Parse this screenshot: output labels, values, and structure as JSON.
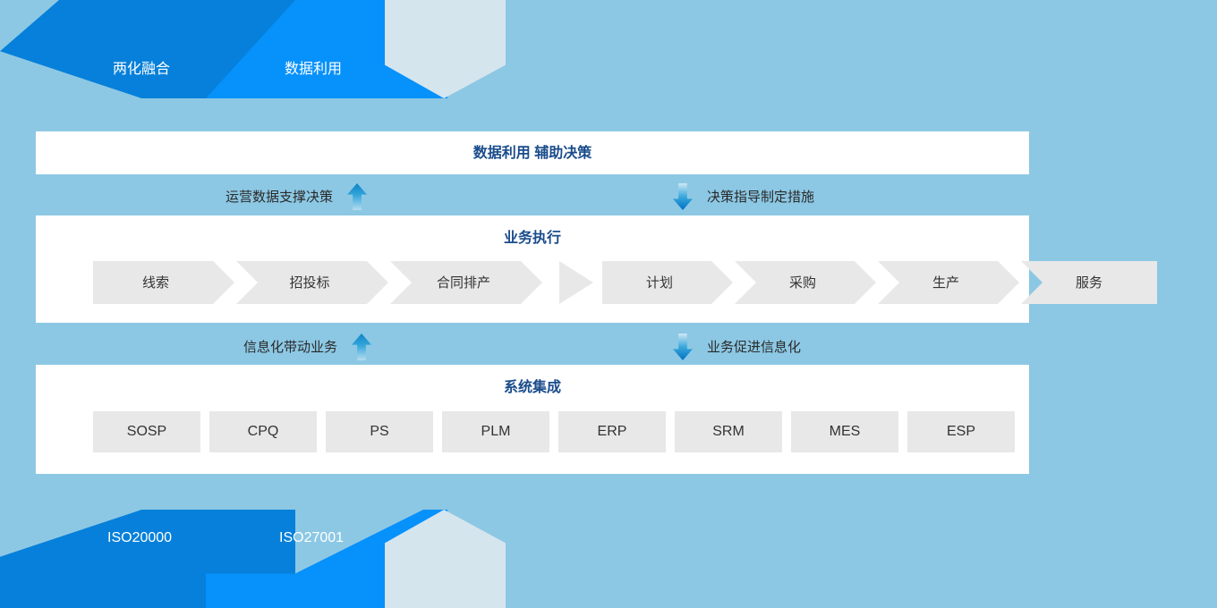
{
  "banner": {
    "top": {
      "segments": [
        {
          "label": "两化融合",
          "color": "#0680da"
        },
        {
          "label": "数据利用",
          "color": "#0691fb"
        },
        {
          "label": "",
          "color": "#d5e5ee"
        }
      ]
    },
    "bottom": {
      "segments": [
        {
          "label": "ISO20000",
          "color": "#0680da"
        },
        {
          "label": "ISO27001",
          "color": "#0691fb"
        },
        {
          "label": "",
          "color": "#d5e5ee"
        }
      ]
    }
  },
  "panels": {
    "decision": {
      "title": "数据利用 辅助决策"
    },
    "business": {
      "title": "业务执行",
      "left_steps": [
        "线索",
        "招投标",
        "合同排产"
      ],
      "right_steps": [
        "计划",
        "采购",
        "生产",
        "服务"
      ]
    },
    "systems": {
      "title": "系统集成",
      "boxes": [
        "SOSP",
        "CPQ",
        "PS",
        "PLM",
        "ERP",
        "SRM",
        "MES",
        "ESP"
      ]
    }
  },
  "flows": {
    "upper": {
      "left": {
        "caption": "运营数据支撑决策",
        "arrow": "arrow-up-icon"
      },
      "right": {
        "caption": "决策指导制定措施",
        "arrow": "arrow-down-icon"
      }
    },
    "lower": {
      "left": {
        "caption": "信息化带动业务",
        "arrow": "arrow-up-icon"
      },
      "right": {
        "caption": "业务促进信息化",
        "arrow": "arrow-down-icon"
      }
    }
  },
  "colors": {
    "background": "#8cc8e4",
    "panel": "#ffffff",
    "title": "#1a4c8b",
    "chip": "#e8e8e8",
    "blue_dark": "#0680da",
    "blue_bright": "#0691fb",
    "blue_pale": "#d5e5ee"
  }
}
